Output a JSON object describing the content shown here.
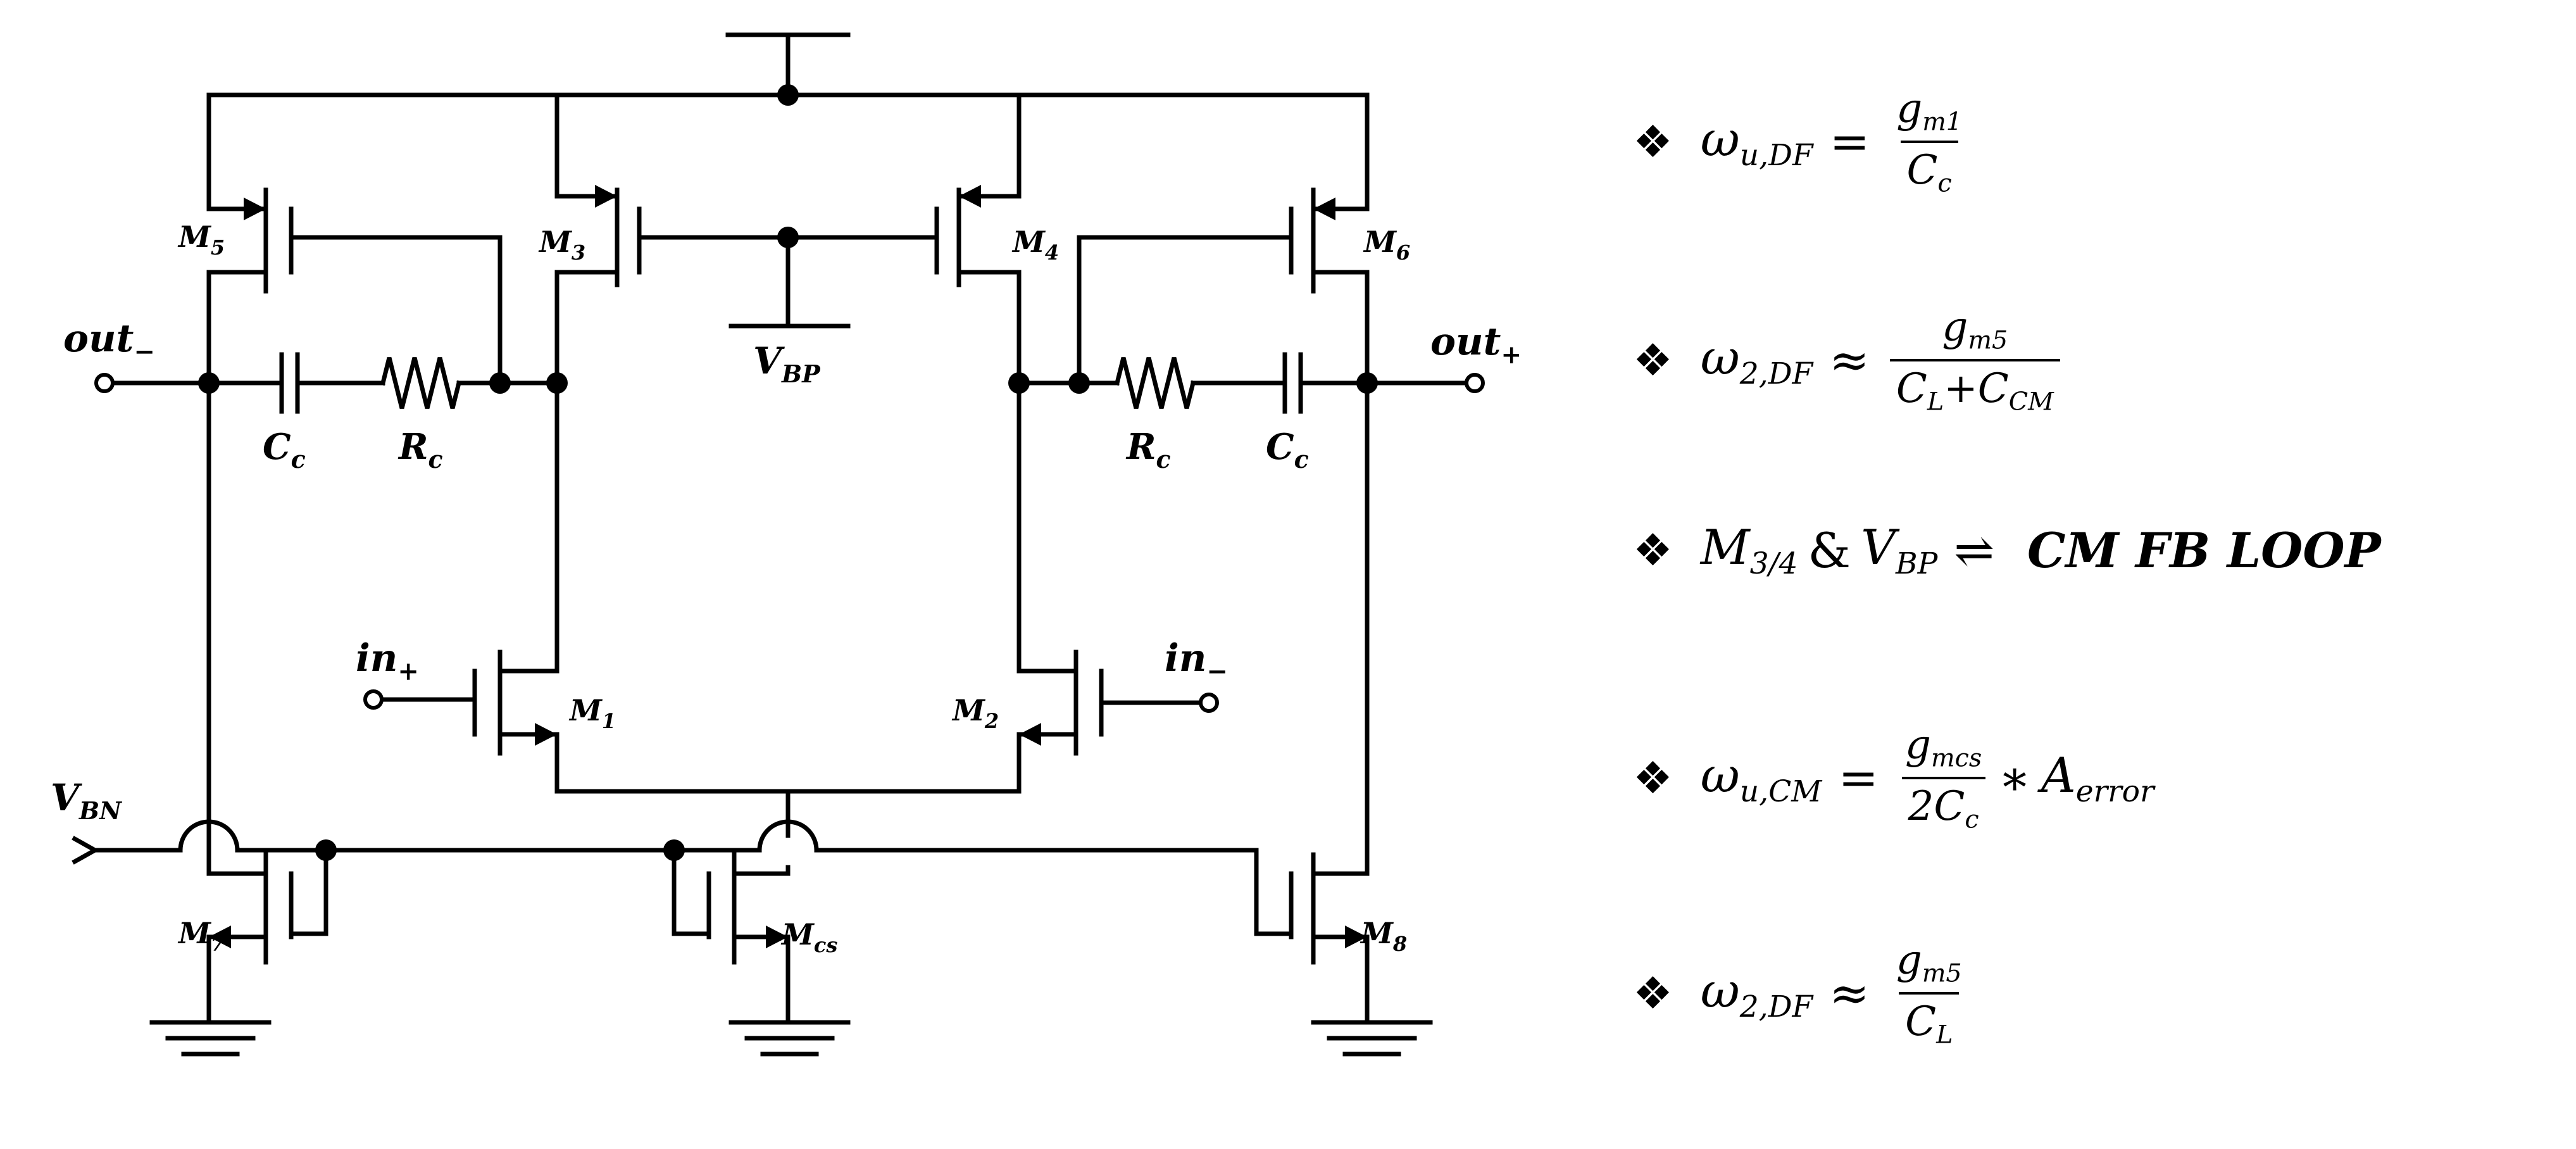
{
  "diagram": {
    "labels": {
      "m1_main": "M",
      "m1_sub": "1",
      "m2_main": "M",
      "m2_sub": "2",
      "m3_main": "M",
      "m3_sub": "3",
      "m4_main": "M",
      "m4_sub": "4",
      "m5_main": "M",
      "m5_sub": "5",
      "m6_main": "M",
      "m6_sub": "6",
      "m7_main": "M",
      "m7_sub": "7",
      "m8_main": "M",
      "m8_sub": "8",
      "mcs_main": "M",
      "mcs_sub": "cs",
      "cc_left_main": "C",
      "cc_left_sub": "c",
      "rc_left_main": "R",
      "rc_left_sub": "c",
      "cc_right_main": "C",
      "cc_right_sub": "c",
      "rc_right_main": "R",
      "rc_right_sub": "c",
      "vbp_main": "V",
      "vbp_sub": "BP",
      "vbn_main": "V",
      "vbn_sub": "BN",
      "out_minus_main": "out",
      "out_minus_sub": "−",
      "out_plus_main": "out",
      "out_plus_sub": "+",
      "in_plus_main": "in",
      "in_plus_sub": "+",
      "in_minus_main": "in",
      "in_minus_sub": "−"
    }
  },
  "equations": [
    {
      "bullet": "❖",
      "lhs": "ω",
      "lhs_sub": "u,DF",
      "rel": "=",
      "num": "g",
      "num_sub": "m1",
      "den": "C",
      "den_sub": "c"
    },
    {
      "bullet": "❖",
      "lhs": "ω",
      "lhs_sub": "2,DF",
      "rel": "≈",
      "num": "g",
      "num_sub": "m5",
      "den_a": "C",
      "den_a_sub": "L",
      "den_plus": "+",
      "den_b": "C",
      "den_b_sub": "CM"
    },
    {
      "bullet": "❖",
      "a": "M",
      "a_sub": "3/4",
      "amp": "&",
      "b": "V",
      "b_sub": "BP",
      "arrow": "⇌",
      "loop": "CM FB LOOP"
    },
    {
      "bullet": "❖",
      "lhs": "ω",
      "lhs_sub": "u,CM",
      "rel": "=",
      "num": "g",
      "num_sub": "mcs",
      "den": "2C",
      "den_sub": "c",
      "mult": "∗",
      "tail": "A",
      "tail_sub": "error"
    },
    {
      "bullet": "❖",
      "lhs": "ω",
      "lhs_sub": "2,DF",
      "rel": "≈",
      "num": "g",
      "num_sub": "m5",
      "den": "C",
      "den_sub": "L"
    }
  ]
}
